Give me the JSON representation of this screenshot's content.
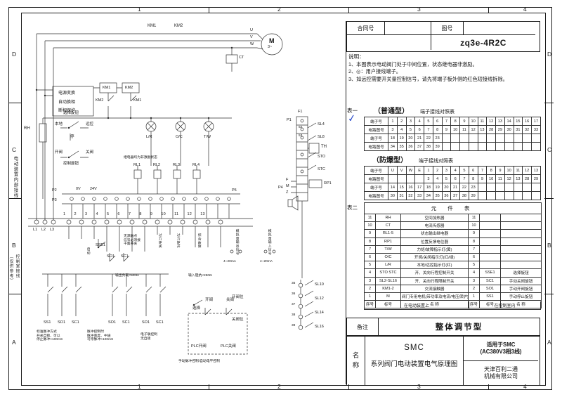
{
  "frame": {
    "cols": [
      "1",
      "2",
      "3",
      "4"
    ],
    "rows": [
      "D",
      "C",
      "B",
      "A"
    ]
  },
  "title_box": {
    "contract_label": "合同号",
    "drawing_label": "图号",
    "drawing_no": "zq3e-4R2C"
  },
  "notes": {
    "title": "说明：",
    "items": [
      "1、本图表示电动阀门处于中间位置，状态继电器非激励。",
      "2、◎：用户接线端子。",
      "3、如远控需要开关量控制信号，请先将端子板外侧的红色短接线拆除。"
    ]
  },
  "table1": {
    "label": "表一",
    "check": "✓",
    "ordinary_title": "（普通型）",
    "ordinary_sub": "端子接线对照表",
    "ex_title": "（防爆型）",
    "ex_sub": "端子接线对照表",
    "ordinary_rows": [
      [
        "端子号",
        "1",
        "2",
        "3",
        "4",
        "5",
        "6",
        "7",
        "8",
        "9",
        "10",
        "11",
        "12",
        "13",
        "14",
        "15",
        "16",
        "17"
      ],
      [
        "电路图号",
        "3",
        "4",
        "5",
        "6",
        "7",
        "8",
        "9",
        "10",
        "11",
        "12",
        "13",
        "28",
        "29",
        "30",
        "31",
        "32",
        "33"
      ],
      [
        "端子号",
        "18",
        "19",
        "20",
        "21",
        "22",
        "23",
        "",
        "",
        "",
        "",
        "",
        "",
        "",
        "",
        "",
        "",
        ""
      ],
      [
        "电路图号",
        "34",
        "35",
        "36",
        "37",
        "38",
        "39",
        "",
        "",
        "",
        "",
        "",
        "",
        "",
        "",
        "",
        "",
        ""
      ]
    ],
    "ex_rows": [
      [
        "端子号",
        "U",
        "V",
        "W",
        "E",
        "1",
        "2",
        "3",
        "4",
        "5",
        "6",
        "7",
        "8",
        "9",
        "10",
        "11",
        "12",
        "13"
      ],
      [
        "电路图号",
        "",
        "",
        "",
        "",
        "3",
        "4",
        "5",
        "6",
        "7",
        "8",
        "9",
        "10",
        "11",
        "12",
        "13",
        "28",
        "29"
      ],
      [
        "端子号",
        "14",
        "15",
        "16",
        "17",
        "18",
        "19",
        "20",
        "21",
        "22",
        "23",
        "",
        "",
        "",
        "",
        "",
        "",
        ""
      ],
      [
        "电路图号",
        "30",
        "31",
        "32",
        "33",
        "34",
        "35",
        "36",
        "37",
        "38",
        "39",
        "",
        "",
        "",
        "",
        "",
        "",
        ""
      ]
    ]
  },
  "component_table": {
    "label": "表二",
    "title": "元 件 表",
    "rows": [
      [
        "11",
        "RH",
        "空间加热器",
        "11",
        "",
        ""
      ],
      [
        "10",
        "CT",
        "电流传感器",
        "10",
        "",
        ""
      ],
      [
        "9",
        "RL1-5",
        "状态输出继电器",
        "9",
        "",
        ""
      ],
      [
        "8",
        "RP1",
        "位置反馈电位器",
        "8",
        "",
        ""
      ],
      [
        "7",
        "T/W",
        "力矩/故障指示灯(黄)",
        "7",
        "",
        ""
      ],
      [
        "6",
        "O/C",
        "开阀/关阀指示灯(红/绿)",
        "6",
        "",
        ""
      ],
      [
        "5",
        "L/R",
        "本地/远控指示灯(红)",
        "5",
        "",
        ""
      ],
      [
        "4",
        "STO STC",
        "开、关向行程控制开关",
        "4",
        "SSE1",
        "选择旋钮"
      ],
      [
        "3",
        "SL2-SL16",
        "开、关向行程限制开关",
        "3",
        "SC1",
        "手动关阀旋钮"
      ],
      [
        "2",
        "KM1-2",
        "交流接触器",
        "2",
        "SO1",
        "手动开阀旋钮"
      ],
      [
        "1",
        "M",
        "阀门专用电机(带功率及电流/电压保护)",
        "1",
        "SS1",
        "手动停止旋钮"
      ]
    ],
    "footer_rows": [
      [
        "序号",
        "标号",
        "名  称",
        "序号",
        "标号",
        "名  称"
      ]
    ],
    "loc_left": "在电动装置上",
    "loc_right": "在控制室内"
  },
  "remarks": {
    "label": "备注",
    "value": "整体调节型"
  },
  "name_block": {
    "label": "名\n称",
    "line1": "SMC",
    "line2": "系列阀门电动装置电气原理图",
    "apply1": "适用于SMC",
    "apply2": "(AC380V3相3线)",
    "company1": "天津百利二通",
    "company2": "机械有限公司"
  },
  "margin": {
    "inner": "电动装置内部接线",
    "outer": "控制室接线\n（仅供参考）"
  },
  "scm": {
    "km1": "KM1",
    "km2": "KM2",
    "u": "U",
    "v": "V",
    "w": "W",
    "motor": "M",
    "motor_sub": "3~",
    "ct": "CT",
    "th": "TH",
    "power_text": "电源变换\n自动换相\n断相保护",
    "rh": "RH",
    "selector": "选择旋钮",
    "local": "本地",
    "remote": "远控",
    "stop": "停",
    "lamp_lr": "L/R",
    "lamp_oc": "O/C",
    "lamp_tw": "T/W",
    "open_valve": "开阀",
    "close_valve": "关阀",
    "control_knob": "控制旋钮",
    "relay_note": "继电器均为非激励状态",
    "rl1": "RL1",
    "rl2": "RL2",
    "rl3": "RL3",
    "rl4": "RL4",
    "p1": "P1",
    "p2": "P2",
    "p3": "P3",
    "p4": "P4",
    "p5": "P5",
    "f1": "F1",
    "v0": "0V",
    "v24": "24V",
    "n52": "52",
    "n53": "53",
    "sl4": "SL4",
    "sl8": "SL8",
    "sto": "STO",
    "stc": "STC",
    "rp1": "RP1",
    "f": "F",
    "m": "M",
    "z": "Z",
    "l1": "L1",
    "l2": "L2",
    "l3": "L3",
    "terminals": "1 2 3 4 5 6 7 8 9 10 11 12 13",
    "dry_note": "无源触点\n信号必须接\n干簧开关",
    "ot_close": "过力矩关",
    "ot_open": "过力矩开",
    "fault": "综合故障",
    "analog_out": "模拟量输出信号",
    "analog_in": "模拟量输入信号",
    "ma_out": "4~20mA",
    "ma_in": "4~20mA",
    "load": "输出负载<600Ω",
    "imp": "输入阻抗<250Ω",
    "sse1": "SSE1",
    "start": "启动",
    "so1": "SO1",
    "sc1": "SC1",
    "ss1": "SS1",
    "pulse_std": "标准脉冲方式\n开关自锁、可以\n停止脉冲>100mS",
    "pulse_ctl": "脉冲控制时\n脉冲宽度、中途\n可停脉冲>100mS",
    "elec": "电子联控制\n无自锁",
    "select": "选择",
    "kai": "开阀",
    "guan": "关阀",
    "plc_open": "PLC开阀",
    "plc_close": "PLC关阀",
    "manual_note": "手动脉冲控制/自动电平控制",
    "open_pos": "开阀位",
    "close_pos": "关阀位",
    "t35": "35",
    "t36": "36",
    "t37": "37",
    "t38": "38",
    "t39": "39",
    "sl10": "SL10",
    "sl12": "SL12",
    "sl14": "SL14",
    "sl16": "SL16"
  }
}
